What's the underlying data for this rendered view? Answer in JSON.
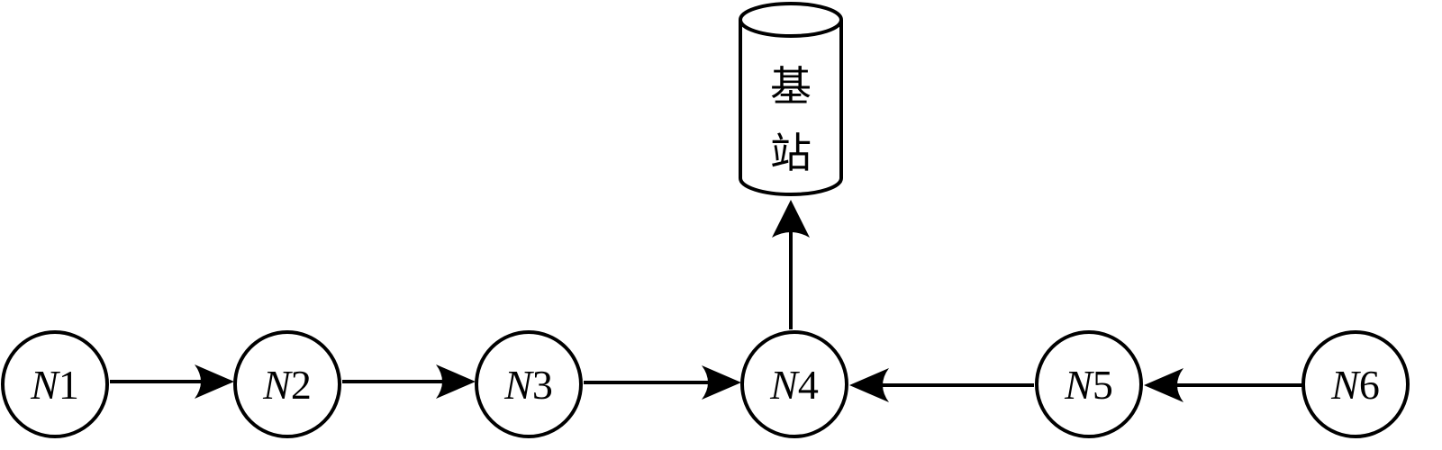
{
  "diagram": {
    "base_station": {
      "label_line1": "基",
      "label_line2": "站"
    },
    "nodes": [
      {
        "id": "N1",
        "letter": "N",
        "number": "1"
      },
      {
        "id": "N2",
        "letter": "N",
        "number": "2"
      },
      {
        "id": "N3",
        "letter": "N",
        "number": "3"
      },
      {
        "id": "N4",
        "letter": "N",
        "number": "4"
      },
      {
        "id": "N5",
        "letter": "N",
        "number": "5"
      },
      {
        "id": "N6",
        "letter": "N",
        "number": "6"
      }
    ],
    "edges": [
      {
        "from": "N1",
        "to": "N2"
      },
      {
        "from": "N2",
        "to": "N3"
      },
      {
        "from": "N3",
        "to": "N4"
      },
      {
        "from": "N5",
        "to": "N4"
      },
      {
        "from": "N6",
        "to": "N5"
      },
      {
        "from": "N4",
        "to": "base_station"
      }
    ],
    "colors": {
      "stroke": "#000000",
      "fill": "#ffffff"
    }
  }
}
